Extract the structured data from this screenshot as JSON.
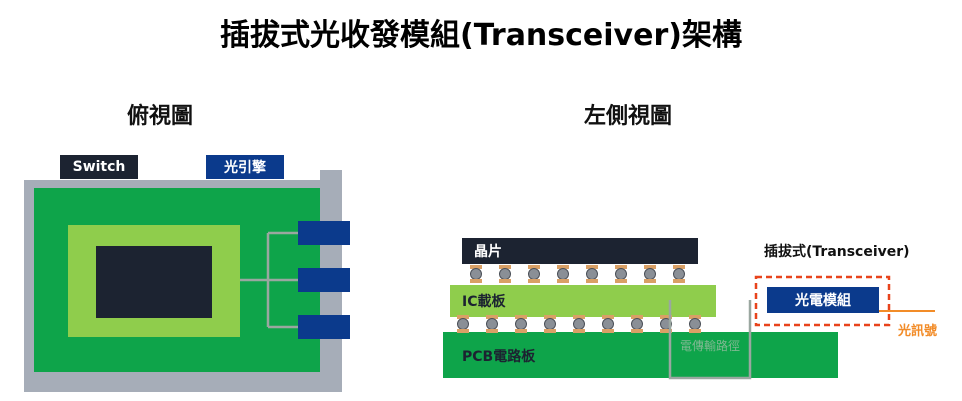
{
  "title": "插拔式光收發模組(Transceiver)架構",
  "top_view": {
    "heading": "俯視圖",
    "switch_label": "Switch",
    "engine_label": "光引擎"
  },
  "side_view": {
    "heading": "左側視圖",
    "chip_label": "晶片",
    "ic_label": "IC載板",
    "pcb_label": "PCB電路板",
    "path_label": "電傳輸路徑",
    "transceiver_label": "插拔式(Transceiver)",
    "module_label": "光電模組",
    "signal_label": "光訊號"
  },
  "colors": {
    "pcb_green": "#0ea44a",
    "ic_green": "#8fcd4c",
    "dark": "#1c2331",
    "navy": "#0b3a8c",
    "gray": "#a6adb8",
    "orange": "#f28c28",
    "dash_red": "#e8431c"
  }
}
